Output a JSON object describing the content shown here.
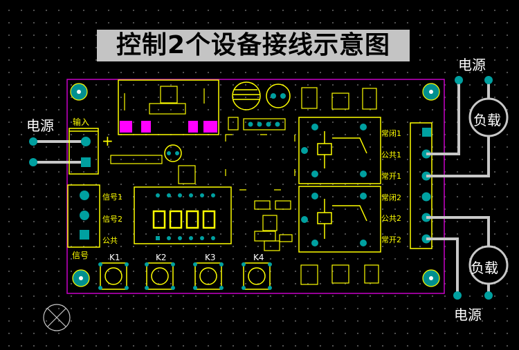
{
  "title": "控制2个设备接线示意图",
  "power_label": "电源",
  "input_label": "输入",
  "signal_label": "信号",
  "plus_sign": "+",
  "load_label": "负载",
  "relay_terminals": [
    "常闭1",
    "公共1",
    "常开1",
    "常闭2",
    "公共2",
    "常开2"
  ],
  "signal_terminals": [
    "信号1",
    "信号2",
    "公共"
  ],
  "keys": [
    "K1",
    "K2",
    "K3",
    "K4"
  ],
  "display_digits": "0000",
  "colors": {
    "background": "#000000",
    "board_outline": "#c800c8",
    "silkscreen": "#ffff00",
    "pad": "#00a0a0",
    "wire": "#c8c8c8",
    "title_bg": "#c4c4c4"
  }
}
